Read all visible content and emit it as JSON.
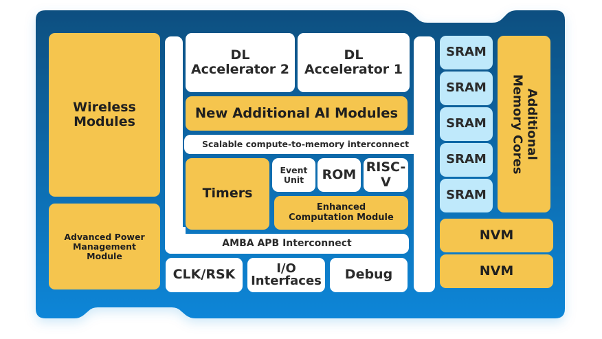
{
  "colors": {
    "board_top": "#0b4f80",
    "board_bottom": "#0b84d6",
    "module_yellow": "#f5c54e",
    "module_white": "#ffffff",
    "sram_blue": "#bfe9fb",
    "text_dark": "#2a2a2a"
  },
  "left_column": {
    "wireless": "Wireless\nModules",
    "power": "Advanced Power\nManagement\nModule"
  },
  "center": {
    "dl_accelerator_2": "DL\nAccelerator 2",
    "dl_accelerator_1": "DL\nAccelerator 1",
    "ai_modules": "New Additional AI Modules",
    "scalable_interconnect": "Scalable compute-to-memory interconnect",
    "timers": "Timers",
    "event_unit": "Event\nUnit",
    "rom": "ROM",
    "riscv": "RISC-V",
    "enhanced_module": "Enhanced\nComputation Module",
    "amba_interconnect": "AMBA APB Interconnect",
    "clk_rsk": "CLK/RSK",
    "io_interfaces": "I/O\nInterfaces",
    "debug": "Debug"
  },
  "right_column": {
    "sram": [
      "SRAM",
      "SRAM",
      "SRAM",
      "SRAM",
      "SRAM"
    ],
    "additional_memory": "Additional\nMemory Cores",
    "nvm": [
      "NVM",
      "NVM"
    ]
  }
}
